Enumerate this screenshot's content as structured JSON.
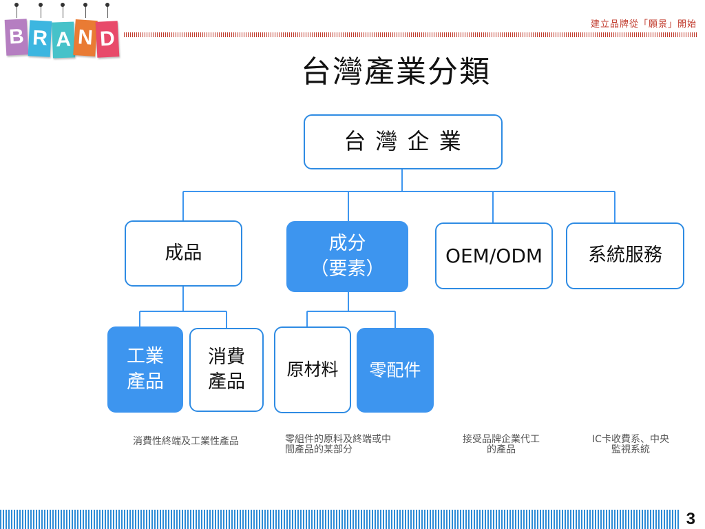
{
  "header": {
    "tagline": "建立品牌從「願景」開始",
    "title": "台灣產業分類"
  },
  "logo": {
    "letters": [
      "B",
      "R",
      "A",
      "N",
      "D"
    ],
    "colors": [
      "#b57ec1",
      "#3cb6e0",
      "#46c2c9",
      "#e97b34",
      "#e84a6a"
    ]
  },
  "diagram": {
    "root": "台 灣 企 業",
    "level1": {
      "finished": "成品",
      "component_line1": "成分",
      "component_line2": "（要素）",
      "oem": "OEM/ODM",
      "service": "系統服務"
    },
    "level2": {
      "industrial_line1": "工業",
      "industrial_line2": "產品",
      "consumer_line1": "消費",
      "consumer_line2": "產品",
      "raw": "原材料",
      "parts": "零配件"
    },
    "descriptions": {
      "finished": "消費性終端及工業性產品",
      "component_line1": "零組件的原料及終端或中",
      "component_line2": "間產品的某部分",
      "oem_line1": "接受品牌企業代工",
      "oem_line2": "的產品",
      "service_line1": "IC卡收費系、中央",
      "service_line2": "監視系統"
    }
  },
  "footer": {
    "page": "3"
  },
  "colors": {
    "accent": "#3d95ef",
    "line": "#3d95ef",
    "tagline": "#c0392b"
  }
}
